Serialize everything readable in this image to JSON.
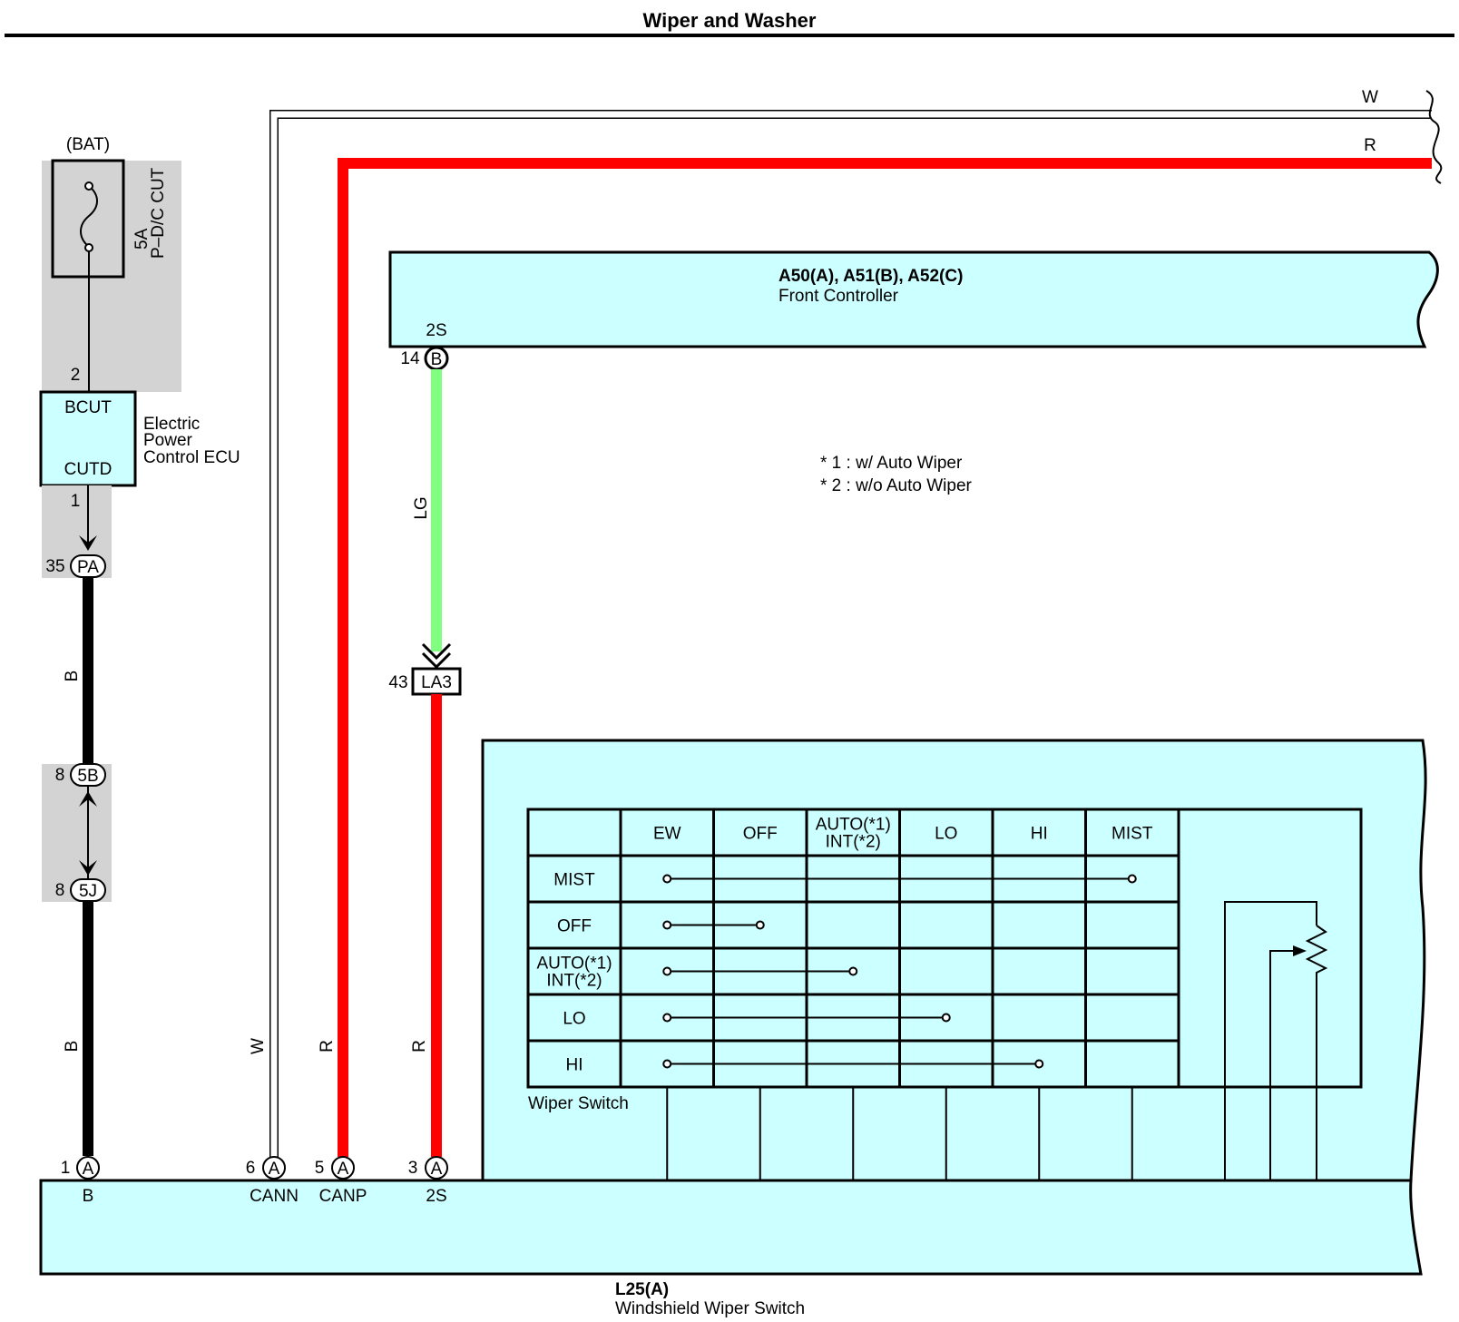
{
  "title": "Wiper and Washer",
  "colors": {
    "box_fill": "#ccffff",
    "fuse_bg": "#d3d3d3",
    "wire_red": "#ff0000",
    "wire_lg": "#80ff80",
    "wire_black": "#000000",
    "wire_white": "#ffffff"
  },
  "fuse": {
    "supply": "(BAT)",
    "rating": "5A",
    "name": "P–D/C CUT",
    "pin_out": "2"
  },
  "ecu": {
    "name_lines": [
      "Electric",
      "Power",
      "Control ECU"
    ],
    "pin_top_label": "BCUT",
    "pin_bottom_label": "CUTD",
    "pin_bottom_num": "1"
  },
  "connectors": {
    "pa": {
      "num": "35",
      "id": "PA"
    },
    "c5b": {
      "num": "8",
      "id": "5B"
    },
    "c5j": {
      "num": "8",
      "id": "5J"
    },
    "la3": {
      "num": "43",
      "id": "LA3"
    },
    "b14": {
      "num": "14",
      "id": "B"
    }
  },
  "wires": {
    "left_top": "B",
    "left_bottom": "B",
    "cann": "W",
    "canp": "R",
    "lg": "LG",
    "r_lower": "R",
    "top_w": "W",
    "top_r": "R"
  },
  "front_controller": {
    "connector_title": "A50(A), A51(B), A52(C)",
    "name": "Front Controller",
    "pin_label": "2S"
  },
  "notes": [
    "* 1 : w/ Auto Wiper",
    "* 2 : w/o Auto Wiper"
  ],
  "wiper_switch": {
    "caption": "Wiper Switch",
    "columns": [
      "EW",
      "OFF",
      "AUTO(*1)\nINT(*2)",
      "LO",
      "HI",
      "MIST"
    ],
    "rows": [
      {
        "label": "MIST",
        "span": [
          0,
          5
        ]
      },
      {
        "label": "OFF",
        "span": [
          0,
          1
        ]
      },
      {
        "label": "AUTO(*1)\nINT(*2)",
        "span": [
          0,
          2
        ]
      },
      {
        "label": "LO",
        "span": [
          0,
          3
        ]
      },
      {
        "label": "HI",
        "span": [
          0,
          4
        ]
      }
    ]
  },
  "switch_box": {
    "connector": "L25(A)",
    "name": "Windshield Wiper Switch",
    "pins": [
      {
        "num": "1",
        "id": "A",
        "label": "B"
      },
      {
        "num": "6",
        "id": "A",
        "label": "CANN"
      },
      {
        "num": "5",
        "id": "A",
        "label": "CANP"
      },
      {
        "num": "3",
        "id": "A",
        "label": "2S"
      }
    ]
  }
}
